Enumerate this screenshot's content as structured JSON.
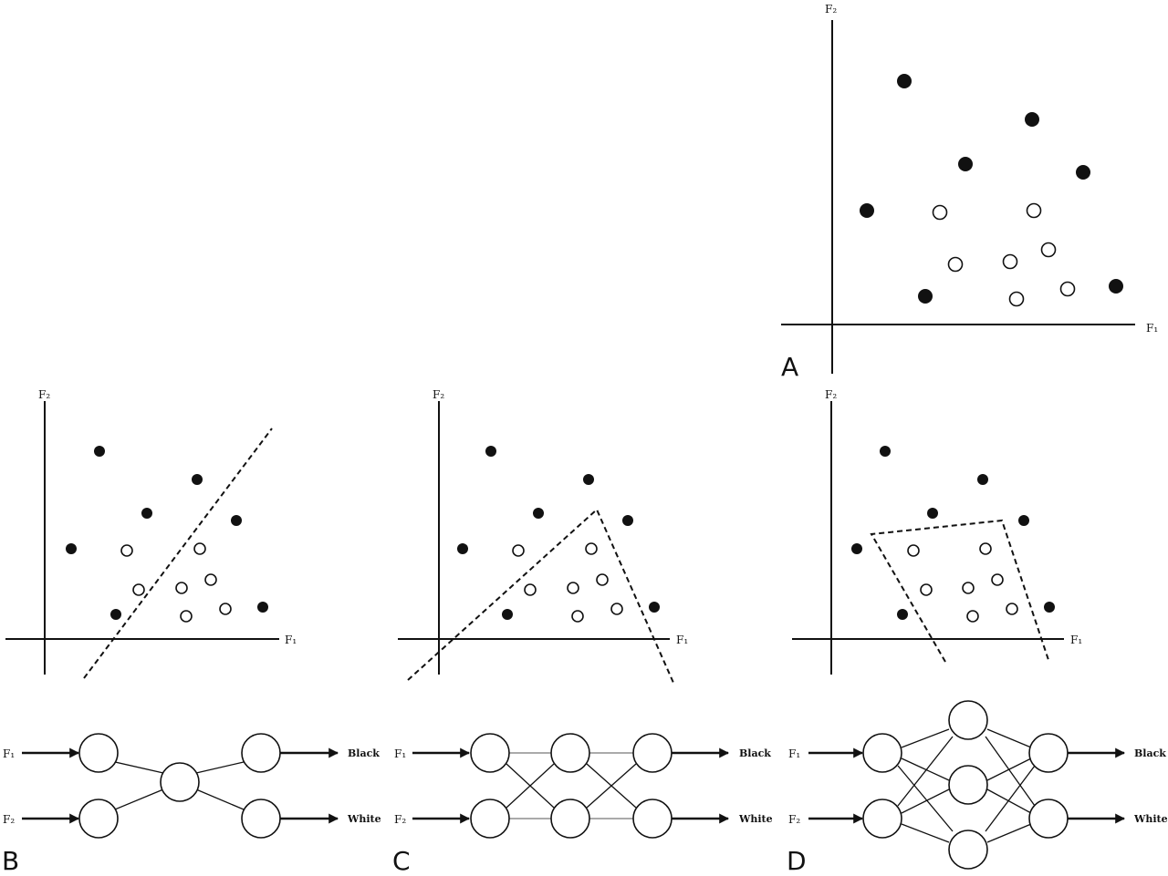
{
  "axis_labels": {
    "f1": "F₁",
    "f2": "F₂"
  },
  "panels": {
    "a": {
      "letter": "A"
    },
    "b": {
      "letter": "B"
    },
    "c": {
      "letter": "C"
    },
    "d": {
      "letter": "D"
    }
  },
  "network": {
    "inputs": [
      "F₁",
      "F₂"
    ],
    "outputs": [
      "Black",
      "White"
    ]
  },
  "colors": {
    "ink": "#111111",
    "background": "#ffffff"
  }
}
